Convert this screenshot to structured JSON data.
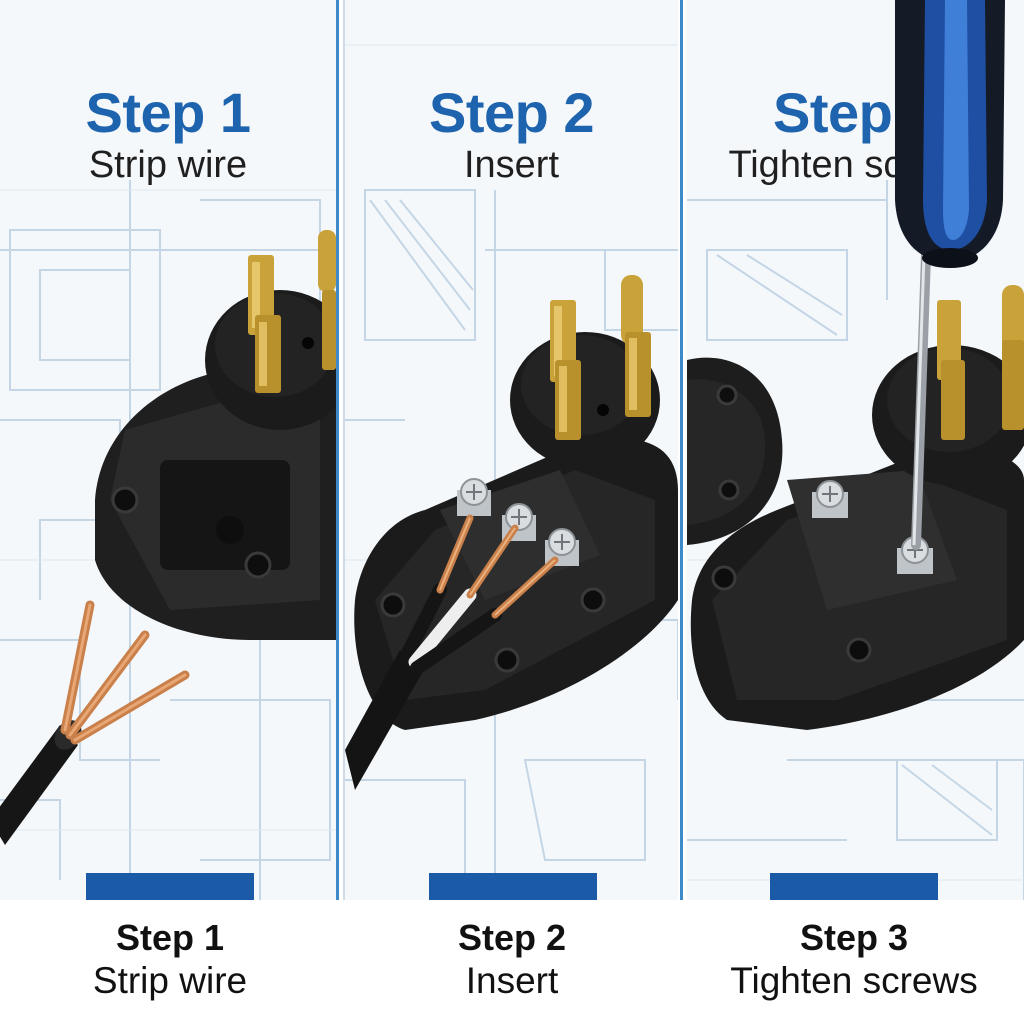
{
  "steps": [
    {
      "title": "Step 1",
      "caption": "Strip wire"
    },
    {
      "title": "Step 2",
      "caption": "Insert"
    },
    {
      "title": "Step 3",
      "caption": "Tighten screws"
    }
  ],
  "colors": {
    "title_blue": "#1e63ad",
    "accent_bar": "#1a5aa6",
    "divider": "#3e8ac9",
    "panel_bg": "#f4f8fb",
    "blueprint_lines": "#b9cfe2",
    "plug_body": "#1d1d1d",
    "brass_prong": "#c9a23a",
    "copper_wire": "#c9804a"
  },
  "icons": [
    "plug-icon",
    "copper-wire-icon",
    "terminal-screw-icon",
    "screwdriver-icon"
  ]
}
